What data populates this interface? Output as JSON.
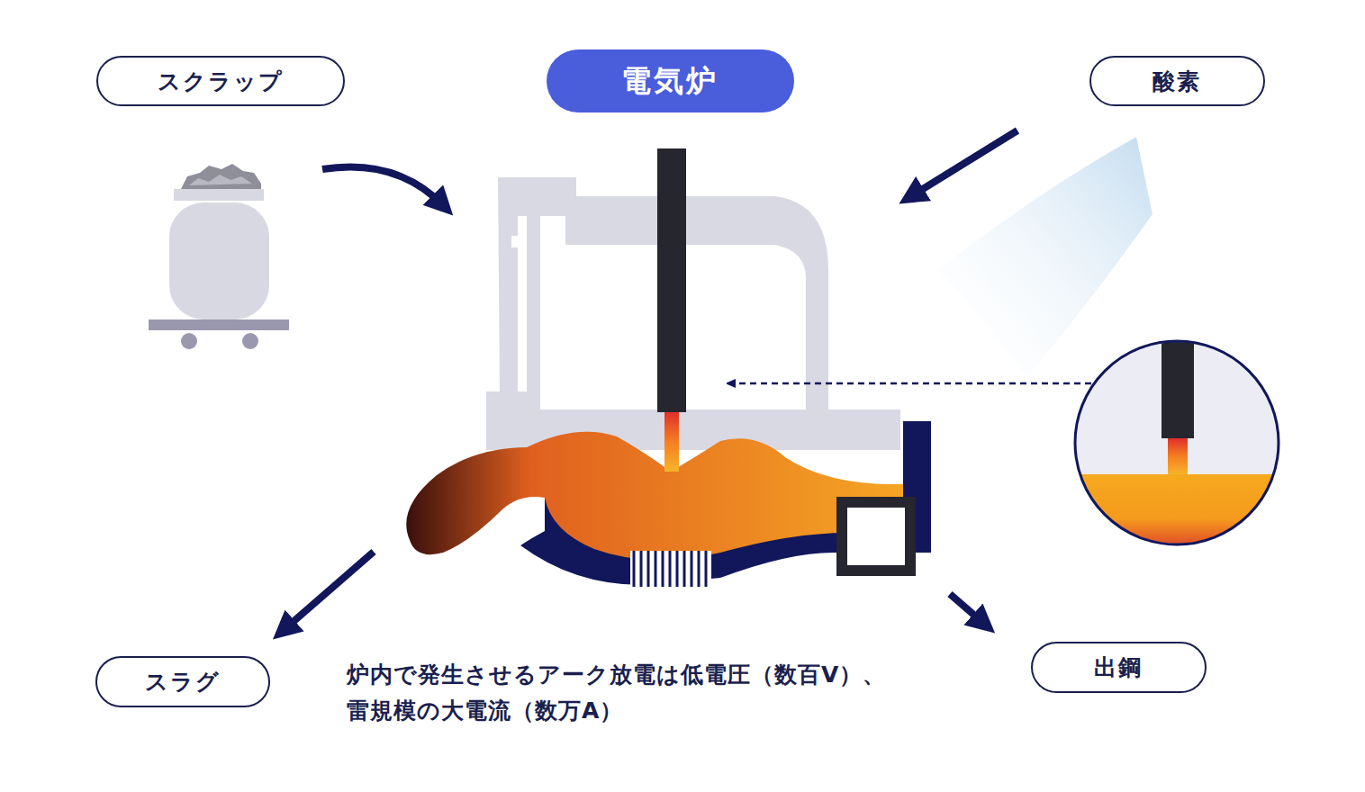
{
  "diagram": {
    "title": "電気炉",
    "caption": "炉内で発生させるアーク放電は低電圧（数百V）、 雷規模の大電流（数万A）",
    "nodes": [
      {
        "text": [
          "スクラップ"
        ]
      },
      {
        "text": [
          "酸素"
        ]
      },
      {
        "text": [
          "スラグ"
        ]
      },
      {
        "text": [
          "出鋼"
        ]
      }
    ]
  }
}
